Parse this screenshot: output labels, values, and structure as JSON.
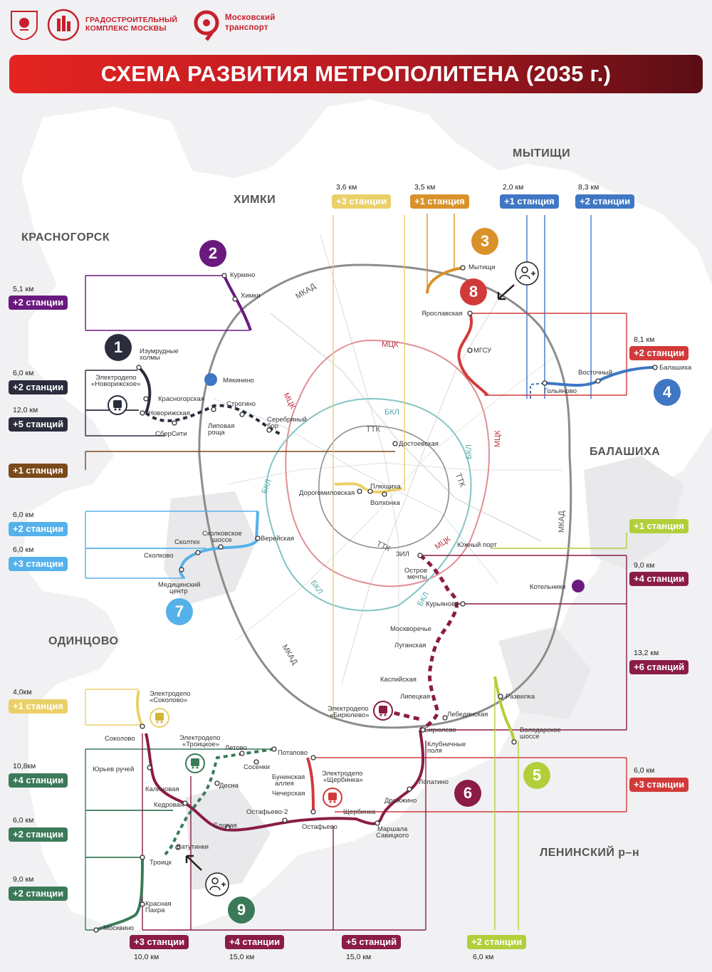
{
  "header": {
    "logo1_text": "ГРАДОСТРОИТЕЛЬНЫЙ КОМПЛЕКС МОСКВЫ",
    "logo1_line1": "ГРАДОСТРОИТЕЛЬНЫЙ",
    "logo1_line2": "КОМПЛЕКС МОСКВЫ",
    "logo2_line1": "Московский",
    "logo2_line2": "транспорт"
  },
  "title": "СХЕМА РАЗВИТИЯ МЕТРОПОЛИТЕНА (2035 г.)",
  "colors": {
    "line1": "#2b2d3d",
    "line2": "#6a1a7e",
    "line3": "#d9922a",
    "line4": "#3f77c4",
    "line5": "#b2cf3a",
    "line6": "#8a1c46",
    "line7": "#55b1ea",
    "line8": "#d23a3a",
    "line9": "#3b7a58",
    "brown": "#7b4a1a",
    "yellow": "#ead068"
  },
  "cities": {
    "himki": "ХИМКИ",
    "mytishchi": "МЫТИЩИ",
    "krasnogorsk": "КРАСНОГОРСК",
    "balashiha": "БАЛАШИХА",
    "odintsovo": "ОДИНЦОВО",
    "leninsky": "ЛЕНИНСКИЙ р–н"
  },
  "ring_labels": {
    "mkad": "МКАД",
    "mcc": "МЦК",
    "bkl": "БКЛ",
    "ttk": "ТТК"
  },
  "badges": [
    "1",
    "2",
    "3",
    "4",
    "5",
    "6",
    "7",
    "8",
    "9"
  ],
  "pills": {
    "l2": {
      "km": "5,1 км",
      "label": "+2 станции"
    },
    "l1a": {
      "km": "6,0 км",
      "label": "+2 станции"
    },
    "l1b": {
      "km": "12,0 км",
      "label": "+5 станций"
    },
    "brown": {
      "label": "+1 станция"
    },
    "l7a": {
      "km": "6,0 км",
      "label": "+2 станции"
    },
    "l7b": {
      "km": "6,0 км",
      "label": "+3 станции"
    },
    "yel_sokolovo": {
      "km": "4,0км",
      "label": "+1 станция"
    },
    "l9a": {
      "km": "10,8км",
      "label": "+4 станции"
    },
    "l9b": {
      "km": "6,0 км",
      "label": "+2 станции"
    },
    "l9c": {
      "km": "9,0 км",
      "label": "+2 станции"
    },
    "top_yellow": {
      "km": "3,6 км",
      "label": "+3 станции"
    },
    "top_orange": {
      "km": "3,5 км",
      "label": "+1 станция"
    },
    "top_blue1": {
      "km": "2,0 км",
      "label": "+1 станция"
    },
    "top_blue2": {
      "km": "8,3 км",
      "label": "+2 станции"
    },
    "r_red": {
      "km": "8,1 км",
      "label": "+2 станции"
    },
    "r_green": {
      "label": "+1 станция"
    },
    "r_6a": {
      "km": "9,0 км",
      "label": "+4 станции"
    },
    "r_6b": {
      "km": "13,2 км",
      "label": "+6 станций"
    },
    "r_8": {
      "km": "6,0 км",
      "label": "+3 станции"
    },
    "b_6": {
      "km": "10,0 км",
      "label": "+3 станции"
    },
    "b_9": {
      "km": "15,0 км",
      "label": "+4 станции"
    },
    "b_6b": {
      "km": "15,0 км",
      "label": "+5 станций"
    },
    "b_5": {
      "km": "6,0 км",
      "label": "+2 станции"
    }
  },
  "stations": {
    "kurkino": "Куркино",
    "himki": "Химки",
    "izumrud": "Изумрудные холмы",
    "izumrud1": "Изумрудные",
    "izumrud2": "холмы",
    "electrodepo_nov1": "Электродепо",
    "electrodepo_nov2": "«Новорижское»",
    "krasnogorskaya": "Красногорская",
    "novorizhskaya": "Новорижская",
    "sbercity": "СберСити",
    "myakinino": "Мякинино",
    "strogino": "Строгино",
    "serebryany1": "Серебряный",
    "serebryany2": "бор",
    "lipovaya1": "Липовая",
    "lipovaya2": "роща",
    "mytishchi": "Мытищи",
    "yaroslavskaya": "Ярославская",
    "mgsu": "МГСУ",
    "vostochny": "Восточный",
    "balashiha": "Балашиха",
    "golyanovo": "Гольяново",
    "dostoevskaya": "Достоевская",
    "plyushchiha": "Плющиха",
    "dorogomilovskaya": "Дорогомиловская",
    "volkhonka": "Волхонка",
    "skolk1": "Сколковское",
    "skolk2": "шоссе",
    "vereyskaya": "Верейская",
    "skoltech": "Сколтех",
    "skolkovo": "Сколково",
    "medcenter1": "Медицинский",
    "medcenter2": "центр",
    "yuzhny_port": "Южный порт",
    "zil": "ЗИЛ",
    "ostrov1": "Остров",
    "ostrov2": "мечты",
    "kuryanovo": "Курьяново",
    "kotelniki": "Котельники",
    "moskvorechye": "Москворечье",
    "luganskaya": "Луганская",
    "kaspiyskaya": "Каспийская",
    "lipetskaya": "Липецкая",
    "lebedyanskaya": "Лебедянская",
    "biryulevo": "Бирюлево",
    "razvilka": "Развилка",
    "volodar1": "Володарское",
    "volodar2": "шоссе",
    "klubnichnye1": "Клубничные",
    "klubnichnye2": "поля",
    "electrodepo_bir1": "Электродепо",
    "electrodepo_bir2": "«Бирюлево»",
    "electrodepo_sok1": "Электродепо",
    "electrodepo_sok2": "«Соколово»",
    "sokolovo": "Соколово",
    "electrodepo_tro1": "Электродепо",
    "electrodepo_tro2": "«Троицкое»",
    "letovo": "Летово",
    "sosenki": "Сосенки",
    "potapovo": "Потапово",
    "yuryev": "Юрьев ручей",
    "kalinovaya": "Калиновая",
    "desna": "Десна",
    "bunin1": "Бунинская",
    "bunin2": "аллея",
    "electrodepo_shch1": "Электродепо",
    "electrodepo_shch2": "«Щербинка»",
    "chercherskaya": "Чечерская",
    "kedrovaya": "Кедровая",
    "ostafyevo2": "Остафьево-2",
    "shcherbinka": "Щербинка",
    "lopatino": "Лопатино",
    "drozhzhino": "Дрожжино",
    "elovaya": "Еловая",
    "ostafyevo": "Остафьево",
    "marshala1": "Маршала",
    "marshala2": "Савицкого",
    "vatutinki": "Ватутинки",
    "troitsk": "Троицк",
    "krasnaya1": "Красная",
    "krasnaya2": "Пахра",
    "moskvino": "Москвино"
  }
}
